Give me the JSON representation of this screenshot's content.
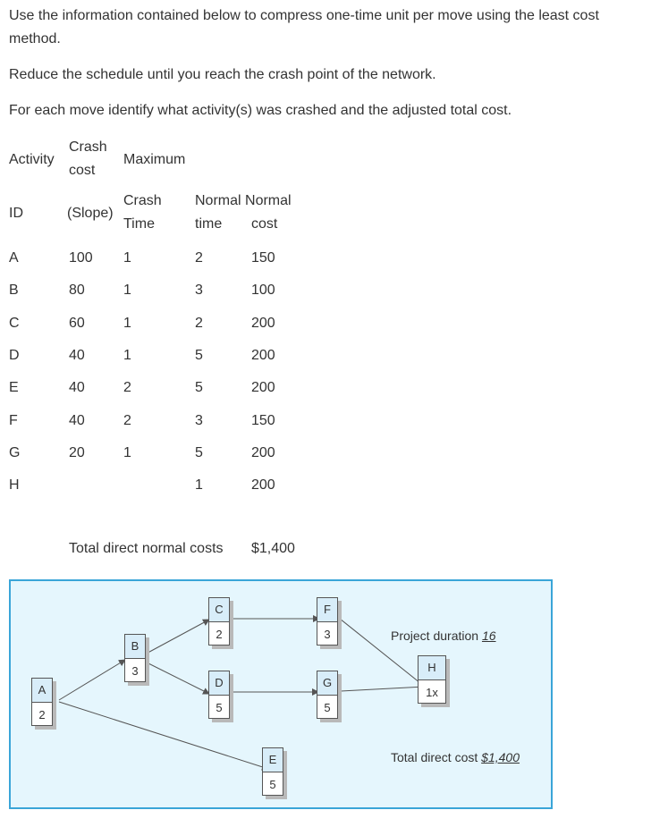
{
  "instructions": [
    "Use the information contained below to compress one-time unit per move using the least cost",
    "method.",
    "Reduce the schedule until you reach the crash point of the network.",
    "For each move identify what activity(s) was crashed and the adjusted total cost."
  ],
  "headers": {
    "activity": "Activity",
    "crash": "Crash",
    "cost": "cost",
    "maximum": "Maximum",
    "id": "ID",
    "slope": "(Slope)",
    "crash2": "Crash",
    "time": "Time",
    "normal_normal": "Normal Normal",
    "time_lc": "time",
    "cost2": "cost"
  },
  "rows": [
    {
      "id": "A",
      "slope": "100",
      "crash": "1",
      "ntime": "2",
      "ncost": "150"
    },
    {
      "id": "B",
      "slope": "80",
      "crash": "1",
      "ntime": "3",
      "ncost": "100"
    },
    {
      "id": "C",
      "slope": "60",
      "crash": "1",
      "ntime": "2",
      "ncost": "200"
    },
    {
      "id": "D",
      "slope": "40",
      "crash": "1",
      "ntime": "5",
      "ncost": "200"
    },
    {
      "id": "E",
      "slope": "40",
      "crash": "2",
      "ntime": "5",
      "ncost": "200"
    },
    {
      "id": "F",
      "slope": "40",
      "crash": "2",
      "ntime": "3",
      "ncost": "150"
    },
    {
      "id": "G",
      "slope": "20",
      "crash": "1",
      "ntime": "5",
      "ncost": "200"
    },
    {
      "id": "H",
      "slope": "",
      "crash": "",
      "ntime": "1",
      "ncost": "200"
    }
  ],
  "total_normal_label": "Total direct normal costs",
  "total_normal_value": "$1,400",
  "diagram": {
    "nodes": {
      "A": {
        "label": "A",
        "dur": "2"
      },
      "B": {
        "label": "B",
        "dur": "3"
      },
      "C": {
        "label": "C",
        "dur": "2"
      },
      "D": {
        "label": "D",
        "dur": "5"
      },
      "E": {
        "label": "E",
        "dur": "5"
      },
      "F": {
        "label": "F",
        "dur": "3"
      },
      "G": {
        "label": "G",
        "dur": "5"
      },
      "H": {
        "label": "H",
        "dur": "1x"
      }
    },
    "project_duration_label": "Project duration",
    "project_duration_value": "16",
    "total_direct_cost_label": "Total direct cost",
    "total_direct_cost_value": "$1,400"
  }
}
